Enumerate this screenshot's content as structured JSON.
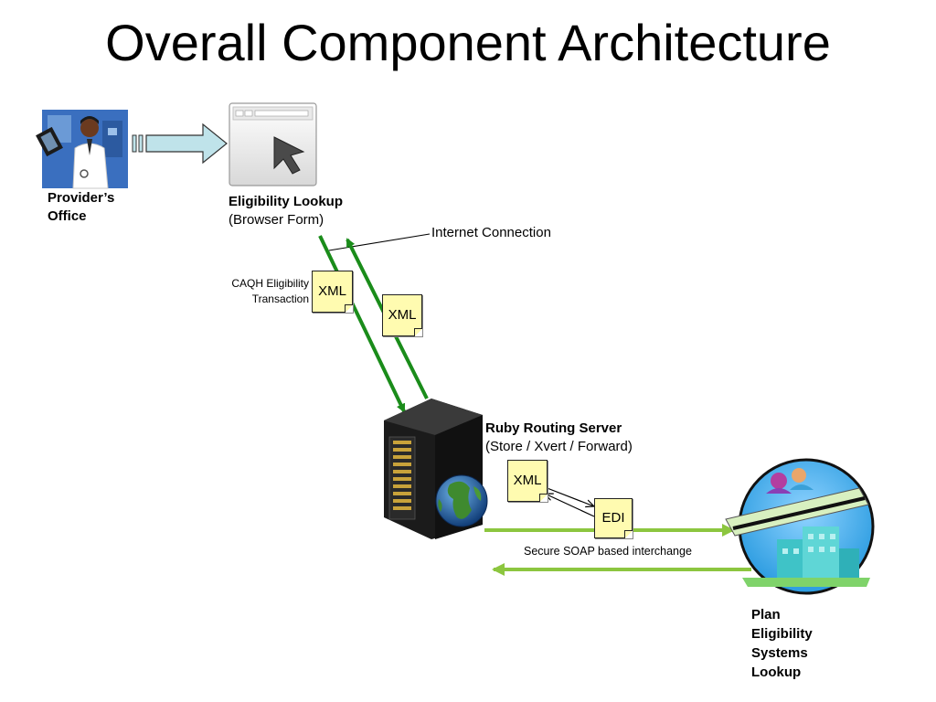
{
  "title": "Overall Component Architecture",
  "nodes": {
    "provider": {
      "label_line1": "Provider’s",
      "label_line2": "Office"
    },
    "browser": {
      "title": "Eligibility Lookup",
      "subtitle": "(Browser Form)"
    },
    "server": {
      "title": "Ruby Routing Server",
      "subtitle": "(Store / Xvert / Forward)"
    },
    "plan": {
      "line1": "Plan",
      "line2": "Eligibility",
      "line3": "Systems",
      "line4": "Lookup"
    }
  },
  "annotations": {
    "internet": "Internet Connection",
    "caqh_line1": "CAQH Eligibility",
    "caqh_line2": "Transaction",
    "soap": "Secure SOAP based interchange"
  },
  "documents": {
    "xml_request": "XML",
    "xml_response": "XML",
    "xml_server": "XML",
    "edi_server": "EDI"
  },
  "colors": {
    "flow_green_dark": "#1a8c1a",
    "flow_green_light": "#8cc63f",
    "doc_fill": "#fffbb0",
    "arrow_fill": "#bfe3ea"
  }
}
